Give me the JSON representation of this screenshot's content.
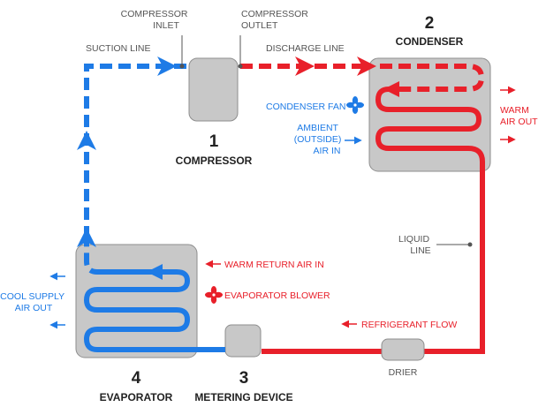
{
  "labels": {
    "compressor_inlet": [
      "COMPRESSOR",
      "INLET"
    ],
    "compressor_outlet": [
      "COMPRESSOR",
      "OUTLET"
    ],
    "suction_line": "SUCTION LINE",
    "discharge_line": "DISCHARGE LINE",
    "condenser_fan": "CONDENSER FAN",
    "ambient_air": [
      "AMBIENT",
      "(OUTSIDE)",
      "AIR IN"
    ],
    "warm_air_out": [
      "WARM",
      "AIR OUT"
    ],
    "liquid_line": [
      "LIQUID",
      "LINE"
    ],
    "warm_return_air": "WARM RETURN AIR IN",
    "evaporator_blower": "EVAPORATOR BLOWER",
    "cool_supply_air": [
      "COOL SUPPLY",
      "AIR OUT"
    ],
    "refrigerant_flow": "REFRIGERANT FLOW",
    "drier": "DRIER"
  },
  "components": {
    "compressor": {
      "number": "1",
      "name": "COMPRESSOR"
    },
    "condenser": {
      "number": "2",
      "name": "CONDENSER"
    },
    "metering": {
      "number": "3",
      "name": "METERING DEVICE"
    },
    "evaporator": {
      "number": "4",
      "name": "EVAPORATOR"
    }
  },
  "colors": {
    "hot_line": "#e8202a",
    "cold_line": "#1e7be6",
    "component_fill": "#c8c8c8",
    "component_stroke": "#8e8e8e"
  }
}
